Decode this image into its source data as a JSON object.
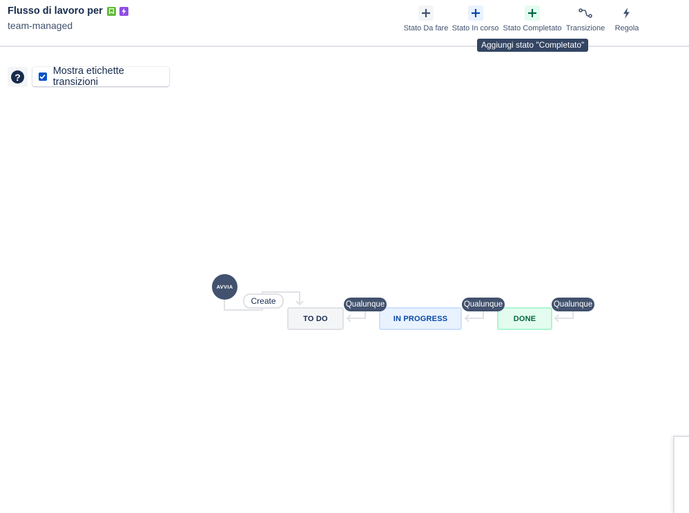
{
  "header": {
    "title": "Flusso di lavoro per",
    "subtitle": "team-managed",
    "badges": [
      {
        "icon": "story-bookmark-icon",
        "color": "#63ba3c"
      },
      {
        "icon": "epic-bolt-icon",
        "color": "#904ee2"
      }
    ]
  },
  "toolbar": {
    "items": [
      {
        "label": "Stato Da fare",
        "icon": "plus-icon",
        "bg": "#f4f5f7",
        "color": "#42526e"
      },
      {
        "label": "Stato In corso",
        "icon": "plus-icon",
        "bg": "#e9f2ff",
        "color": "#0747a6"
      },
      {
        "label": "Stato Completato",
        "icon": "plus-icon",
        "bg": "#e3fcef",
        "color": "#006644"
      },
      {
        "label": "Transizione",
        "icon": "transition-icon"
      },
      {
        "label": "Regola",
        "icon": "bolt-icon"
      }
    ],
    "tooltip": "Aggiungi stato \"Completato\""
  },
  "controls": {
    "help_icon": "question-icon",
    "show_transition_labels": {
      "label": "Mostra etichette transizioni",
      "checked": true
    }
  },
  "diagram": {
    "start": {
      "label": "AVVIA"
    },
    "initial_transition": {
      "label": "Create"
    },
    "statuses": [
      {
        "label": "TO DO",
        "category": "todo",
        "any_transition": "Qualunque"
      },
      {
        "label": "IN PROGRESS",
        "category": "inprogress",
        "any_transition": "Qualunque"
      },
      {
        "label": "DONE",
        "category": "done",
        "any_transition": "Qualunque"
      }
    ]
  }
}
